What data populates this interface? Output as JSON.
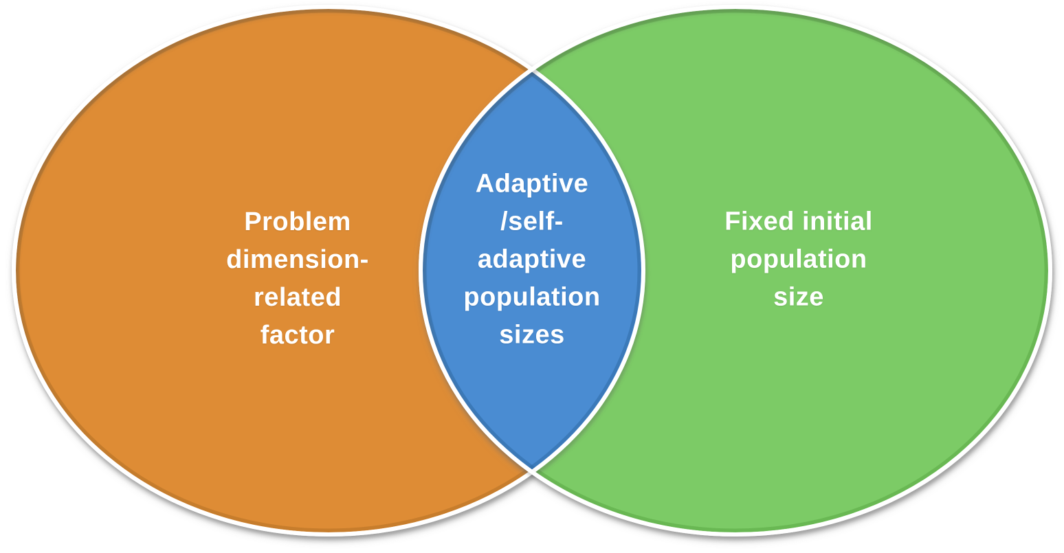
{
  "diagram": {
    "type": "venn-2-set",
    "background_color": "#ffffff",
    "outline_color": "#ffffff",
    "label_color": "#ffffff",
    "sets": [
      {
        "id": "left",
        "label": "Problem\ndimension-\nrelated\nfactor",
        "fill": "#DE8C36",
        "rim": "#B06E23"
      },
      {
        "id": "right",
        "label": "Fixed initial\npopulation\nsize",
        "fill": "#7CCB66",
        "rim": "#55A53F"
      },
      {
        "id": "intersection",
        "label": "Adaptive\n/self-\nadaptive\npopulation\nsizes",
        "fill": "#4A8CD2",
        "rim": "#2F6BA6"
      }
    ]
  }
}
